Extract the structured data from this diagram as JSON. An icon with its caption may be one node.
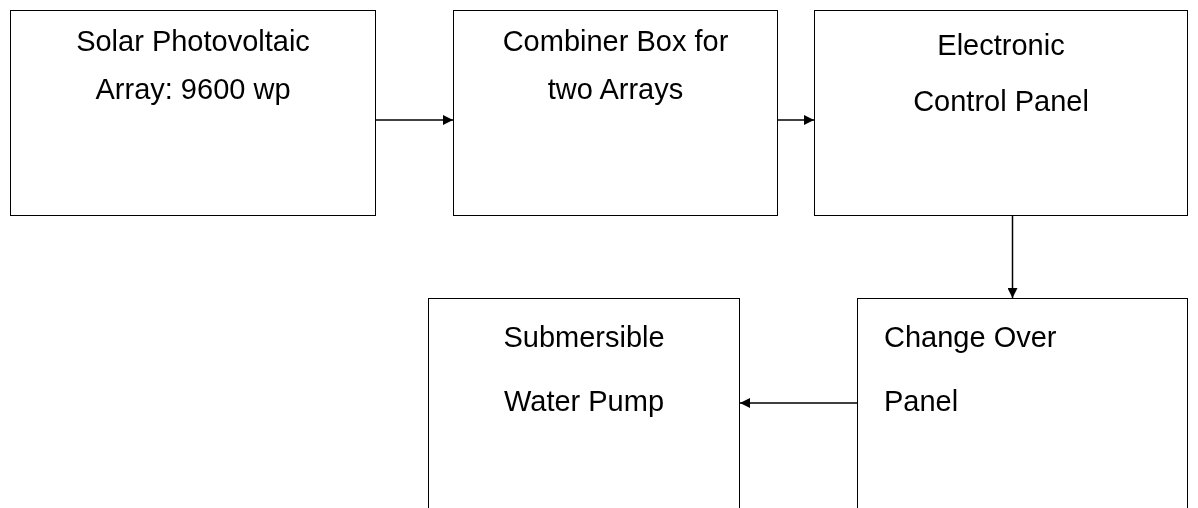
{
  "diagram": {
    "nodes": [
      {
        "text": [
          "Solar Photovoltaic Array: 9600 wp"
        ]
      },
      {
        "text": [
          "Combiner Box for two Arrays"
        ]
      },
      {
        "text": [
          "Electronic Control Panel"
        ]
      },
      {
        "text": [
          "Change Over Panel"
        ]
      },
      {
        "text": [
          "Submersible Water Pump"
        ]
      }
    ],
    "edges": [
      {
        "from": 0,
        "to": 1,
        "arrow": "to"
      },
      {
        "from": 1,
        "to": 2,
        "arrow": "to"
      },
      {
        "from": 2,
        "to": 3,
        "arrow": "to"
      },
      {
        "from": 3,
        "to": 4,
        "arrow": "to"
      }
    ]
  }
}
